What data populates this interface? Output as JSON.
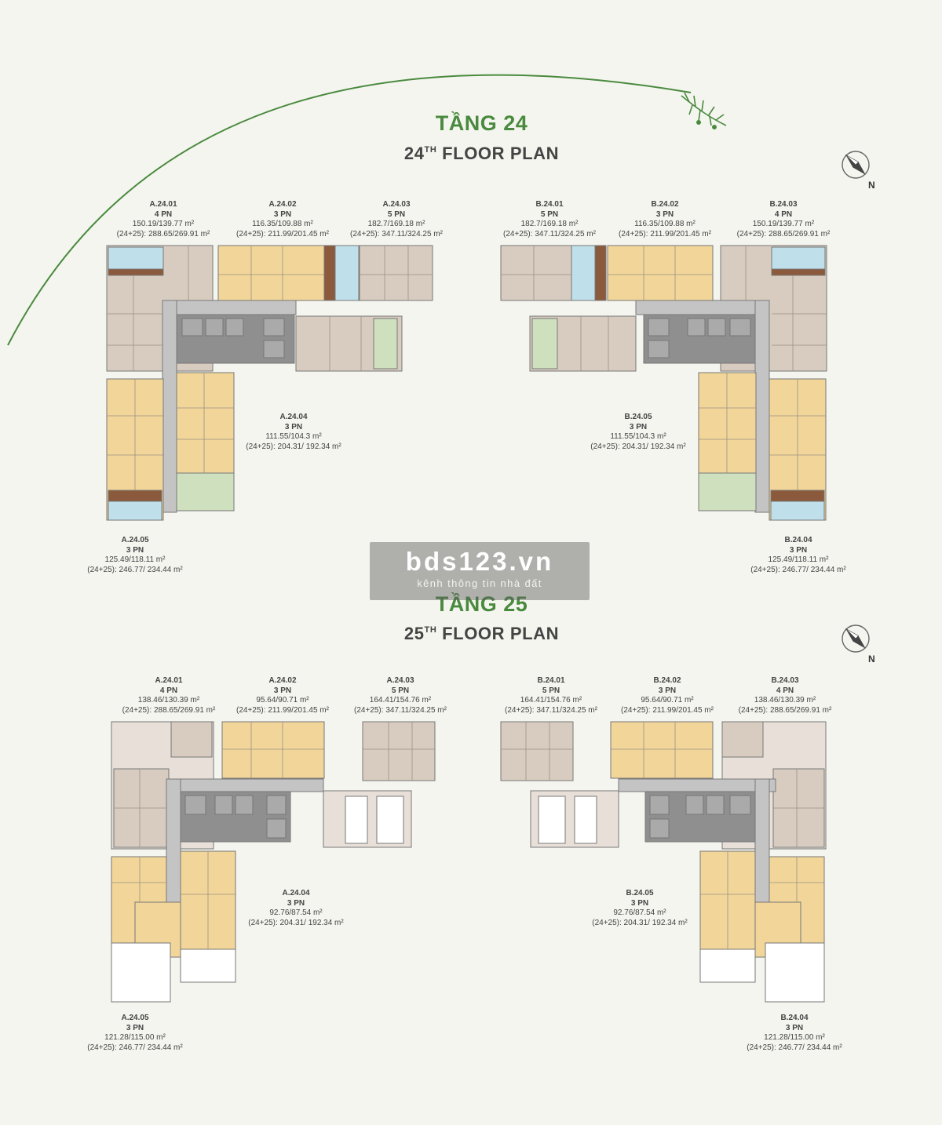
{
  "floor24": {
    "title_vn": "TẦNG 24",
    "title_en": "24",
    "title_en_sup": "TH",
    "title_en_rest": " FLOOR PLAN",
    "compass_label": "N",
    "units": {
      "a2401": {
        "code": "A.24.01",
        "beds": "4 PN",
        "area": "150.19/139.77 m²",
        "combined": "(24+25): 288.65/269.91 m²"
      },
      "a2402": {
        "code": "A.24.02",
        "beds": "3 PN",
        "area": "116.35/109.88 m²",
        "combined": "(24+25): 211.99/201.45 m²"
      },
      "a2403": {
        "code": "A.24.03",
        "beds": "5 PN",
        "area": "182.7/169.18 m²",
        "combined": "(24+25): 347.11/324.25 m²"
      },
      "a2404": {
        "code": "A.24.04",
        "beds": "3 PN",
        "area": "111.55/104.3 m²",
        "combined": "(24+25): 204.31/ 192.34 m²"
      },
      "a2405": {
        "code": "A.24.05",
        "beds": "3 PN",
        "area": "125.49/118.11 m²",
        "combined": "(24+25): 246.77/ 234.44 m²"
      },
      "b2401": {
        "code": "B.24.01",
        "beds": "5 PN",
        "area": "182.7/169.18 m²",
        "combined": "(24+25): 347.11/324.25 m²"
      },
      "b2402": {
        "code": "B.24.02",
        "beds": "3 PN",
        "area": "116.35/109.88 m²",
        "combined": "(24+25): 211.99/201.45 m²"
      },
      "b2403": {
        "code": "B.24.03",
        "beds": "4 PN",
        "area": "150.19/139.77 m²",
        "combined": "(24+25): 288.65/269.91 m²"
      },
      "b2404": {
        "code": "B.24.04",
        "beds": "3 PN",
        "area": "125.49/118.11 m²",
        "combined": "(24+25): 246.77/ 234.44 m²"
      },
      "b2405": {
        "code": "B.24.05",
        "beds": "3 PN",
        "area": "111.55/104.3 m²",
        "combined": "(24+25): 204.31/ 192.34 m²"
      }
    }
  },
  "floor25": {
    "title_vn": "TẦNG 25",
    "title_en": "25",
    "title_en_sup": "TH",
    "title_en_rest": " FLOOR PLAN",
    "compass_label": "N",
    "units": {
      "a2401": {
        "code": "A.24.01",
        "beds": "4 PN",
        "area": "138.46/130.39 m²",
        "combined": "(24+25): 288.65/269.91 m²"
      },
      "a2402": {
        "code": "A.24.02",
        "beds": "3 PN",
        "area": "95.64/90.71 m²",
        "combined": "(24+25): 211.99/201.45 m²"
      },
      "a2403": {
        "code": "A.24.03",
        "beds": "5 PN",
        "area": "164.41/154.76 m²",
        "combined": "(24+25): 347.11/324.25 m²"
      },
      "a2404": {
        "code": "A.24.04",
        "beds": "3 PN",
        "area": "92.76/87.54 m²",
        "combined": "(24+25): 204.31/ 192.34 m²"
      },
      "a2405": {
        "code": "A.24.05",
        "beds": "3 PN",
        "area": "121.28/115.00 m²",
        "combined": "(24+25): 246.77/ 234.44 m²"
      },
      "b2401": {
        "code": "B.24.01",
        "beds": "5 PN",
        "area": "164.41/154.76 m²",
        "combined": "(24+25): 347.11/324.25 m²"
      },
      "b2402": {
        "code": "B.24.02",
        "beds": "3 PN",
        "area": "95.64/90.71 m²",
        "combined": "(24+25): 211.99/201.45 m²"
      },
      "b2403": {
        "code": "B.24.03",
        "beds": "4 PN",
        "area": "138.46/130.39 m²",
        "combined": "(24+25): 288.65/269.91 m²"
      },
      "b2404": {
        "code": "B.24.04",
        "beds": "3 PN",
        "area": "121.28/115.00 m²",
        "combined": "(24+25): 246.77/ 234.44 m²"
      },
      "b2405": {
        "code": "B.24.05",
        "beds": "3 PN",
        "area": "92.76/87.54 m²",
        "combined": "(24+25): 204.31/ 192.34 m²"
      }
    }
  },
  "watermark": {
    "main": "bds123.vn",
    "sub": "kênh thông tin nhà đất"
  },
  "colors": {
    "accent_green": "#4a8a3e",
    "unit_yellow": "#f2d699",
    "unit_rose": "#d8ccc0",
    "corridor": "#c4c4c4",
    "core": "#8f8f8f",
    "pool": "#bfe0ea",
    "garden": "#cfe0bf"
  }
}
